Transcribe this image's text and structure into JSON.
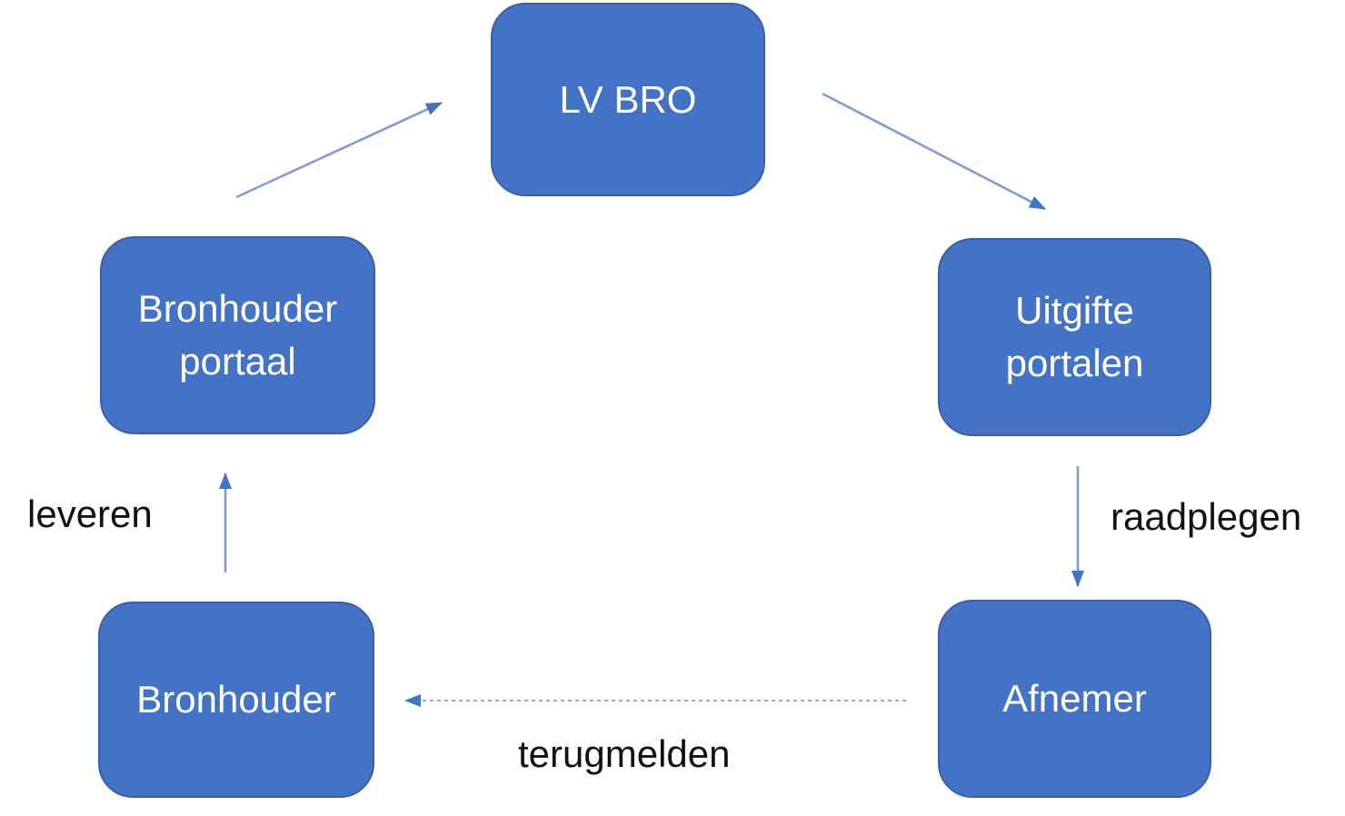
{
  "diagram": {
    "colors": {
      "node_fill": "#4472C4",
      "node_border": "#3C5EA8",
      "node_text": "#FFFFFF",
      "arrow_line": "#7E9BD8",
      "arrow_head": "#4472C4",
      "label_text": "#111111",
      "background": "#FFFFFF"
    },
    "nodes": [
      {
        "id": "lv-bro",
        "label": "LV BRO"
      },
      {
        "id": "bronhouder-portaal",
        "label": "Bronhouder portaal"
      },
      {
        "id": "uitgifte-portalen",
        "label": "Uitgifte portalen"
      },
      {
        "id": "bronhouder",
        "label": "Bronhouder"
      },
      {
        "id": "afnemer",
        "label": "Afnemer"
      }
    ],
    "edges": [
      {
        "from": "Bronhouder portaal",
        "to": "LV BRO",
        "style": "solid",
        "label": ""
      },
      {
        "from": "LV BRO",
        "to": "Uitgifte portalen",
        "style": "solid",
        "label": ""
      },
      {
        "from": "Uitgifte portalen",
        "to": "Afnemer",
        "style": "solid",
        "label": "raadplegen"
      },
      {
        "from": "Afnemer",
        "to": "Bronhouder",
        "style": "dashed",
        "label": "terugmelden"
      },
      {
        "from": "Bronhouder",
        "to": "Bronhouder portaal",
        "style": "solid",
        "label": "leveren"
      }
    ]
  }
}
